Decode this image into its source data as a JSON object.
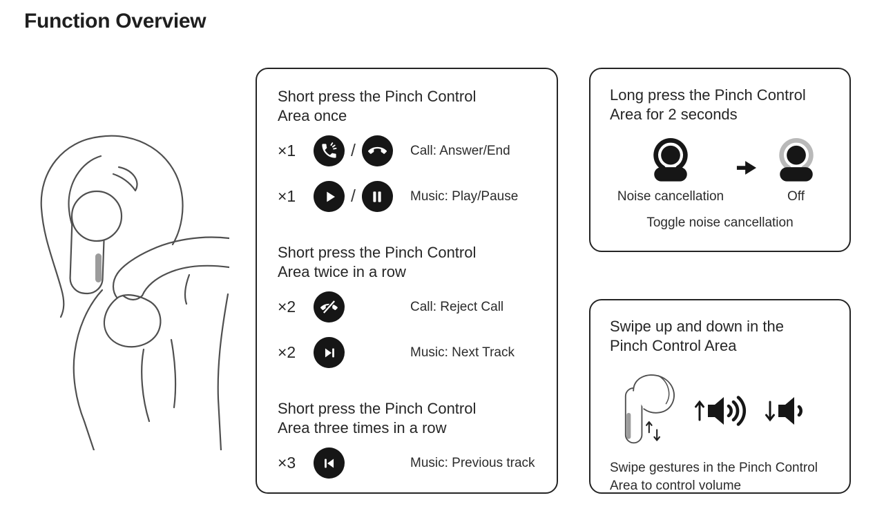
{
  "page": {
    "title": "Function Overview"
  },
  "colors": {
    "text": "#2b2b2b",
    "card_border": "#242424",
    "icon_fill": "#161616",
    "noise_arc_on": "#161616",
    "noise_arc_off": "#b9b9b9",
    "sketch_line": "#4f4f4f",
    "pinch_area_highlight": "#9c9c9c"
  },
  "illustration": {
    "alt": "Hand pinching the stem of an earbud worn in an ear"
  },
  "icons": {
    "call_answer": "phone-handset-ringing",
    "call_end": "phone-handset-hang-up",
    "play": "play-triangle",
    "pause": "pause-bars",
    "call_reject": "phone-handset-slash",
    "next_track": "skip-next",
    "previous_track": "skip-previous",
    "noise_on": "earbud-head-with-dark-arc",
    "noise_off": "earbud-head-with-gray-arc",
    "arrow_right": "bold-right-arrow",
    "volume_up": "up-arrow-speaker-three-waves",
    "volume_down": "down-arrow-speaker-one-wave",
    "swipe_area": "earbud-outline-with-up-down-arrows"
  },
  "short_press_card": {
    "sections": [
      {
        "heading": "Short press the Pinch Control Area once",
        "rows": [
          {
            "count": "×1",
            "separator": "/",
            "label": "Call: Answer/End"
          },
          {
            "count": "×1",
            "separator": "/",
            "label": "Music: Play/Pause"
          }
        ]
      },
      {
        "heading": "Short press the Pinch Control Area twice in a row",
        "rows": [
          {
            "count": "×2",
            "label": "Call: Reject Call"
          },
          {
            "count": "×2",
            "label": "Music: Next Track"
          }
        ]
      },
      {
        "heading": "Short press the Pinch Control Area three times in a row",
        "rows": [
          {
            "count": "×3",
            "label": "Music: Previous track"
          }
        ]
      }
    ]
  },
  "long_press_card": {
    "heading": "Long press the Pinch Control Area for 2 seconds",
    "from_label": "Noise cancellation",
    "to_label": "Off",
    "caption": "Toggle noise cancellation"
  },
  "swipe_card": {
    "heading": "Swipe up and down in the Pinch Control Area",
    "caption": "Swipe gestures in the Pinch Control Area to control volume"
  }
}
